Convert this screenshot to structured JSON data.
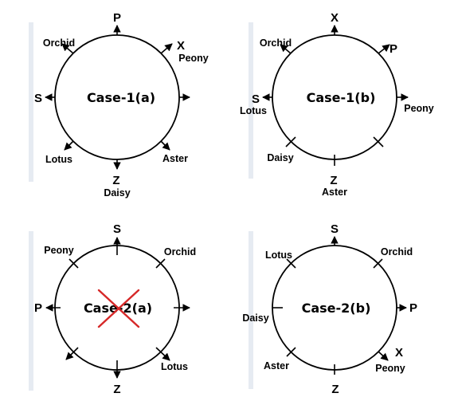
{
  "cases": [
    {
      "title": "Case-1(a)",
      "crossed": false,
      "labels": {
        "top": "P",
        "top_right": "X",
        "top_right_b": "Peony",
        "top_left": "Orchid",
        "left": "S",
        "bottom_left": "Lotus",
        "bottom": "Z",
        "bottom_b": "Daisy",
        "bottom_right": "Aster"
      }
    },
    {
      "title": "Case-1(b)",
      "crossed": false,
      "labels": {
        "top": "X",
        "top_left": "Orchid",
        "top_right": "P",
        "left": "S",
        "left_b": "Lotus",
        "right": "Peony",
        "bottom_left": "Daisy",
        "bottom": "Z",
        "bottom_b": "Aster"
      }
    },
    {
      "title": "Case-2(a)",
      "crossed": true,
      "labels": {
        "top": "S",
        "top_left": "Peony",
        "top_right": "Orchid",
        "left": "P",
        "bottom_right": "Lotus",
        "bottom": "Z"
      }
    },
    {
      "title": "Case-2(b)",
      "crossed": false,
      "labels": {
        "top": "S",
        "top_left": "Lotus",
        "top_right": "Orchid",
        "left": "Daisy",
        "right": "P",
        "bottom_left": "Aster",
        "bottom_right": "X",
        "bottom_right_b": "Peony",
        "bottom": "Z"
      }
    }
  ]
}
